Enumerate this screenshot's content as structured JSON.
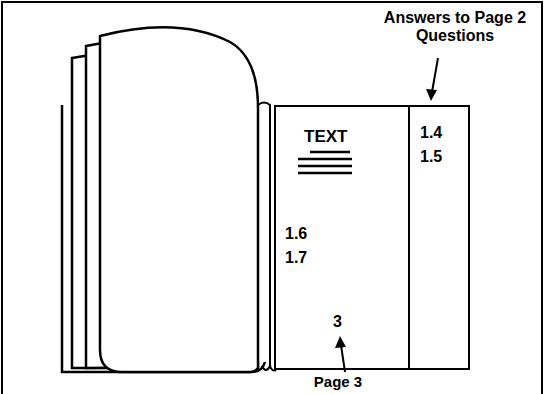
{
  "diagram": {
    "nodes": [
      {
        "text": [
          "TEXT",
          "1.6",
          "1.7",
          "3"
        ]
      },
      {
        "text": [
          "1.4",
          "1.5"
        ]
      }
    ],
    "labels": [
      "Answers to Page 2 Questions",
      "Page 3"
    ]
  }
}
